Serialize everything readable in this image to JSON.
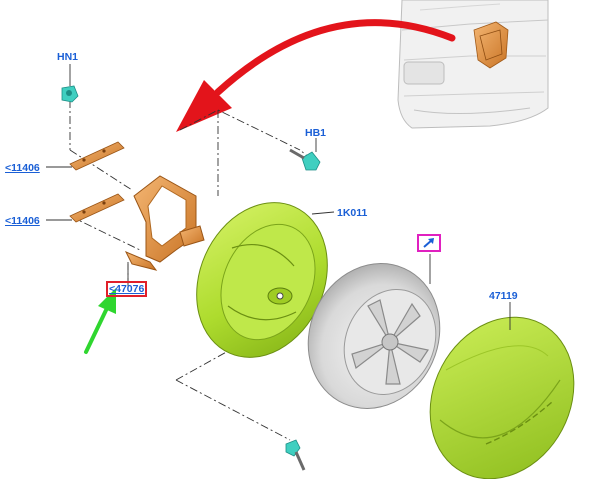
{
  "labels": {
    "hn1": "HN1",
    "hb1": "HB1",
    "p11406_a": "<11406",
    "p11406_b": "<11406",
    "p1k011": "1K011",
    "p47076": "<47076",
    "p47119": "47119"
  },
  "colors": {
    "label_text": "#1a5fd6",
    "bracket": "#e89a4a",
    "green_part": "#b6e23a",
    "tire": "#e6e6e6",
    "red_arrow": "#e3141b",
    "highlight_red": "#e0202a",
    "highlight_pink": "#e020c0",
    "pointer_arrow": "#2fd62f"
  },
  "icons": {
    "callout_arrow": "diagonal-arrow-icon",
    "pointer": "green-pointer-arrow-icon",
    "transfer": "curved-red-arrow-icon"
  }
}
